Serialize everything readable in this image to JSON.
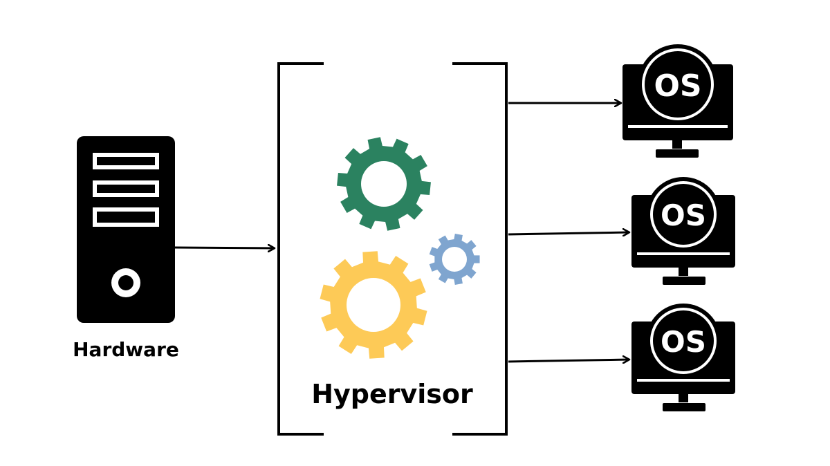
{
  "diagram": {
    "hardware": {
      "label": "Hardware",
      "icon": "server-tower-icon"
    },
    "hypervisor": {
      "label": "Hypervisor",
      "icon": "gears-icon"
    },
    "virtual_machines": [
      {
        "label": "OS",
        "icon": "monitor-os-icon"
      },
      {
        "label": "OS",
        "icon": "monitor-os-icon"
      },
      {
        "label": "OS",
        "icon": "monitor-os-icon"
      }
    ]
  },
  "colors": {
    "ink": "#000000",
    "gear_large_top": "#2b8260",
    "gear_large_bottom": "#fdca57",
    "gear_small": "#7fa5cf"
  }
}
